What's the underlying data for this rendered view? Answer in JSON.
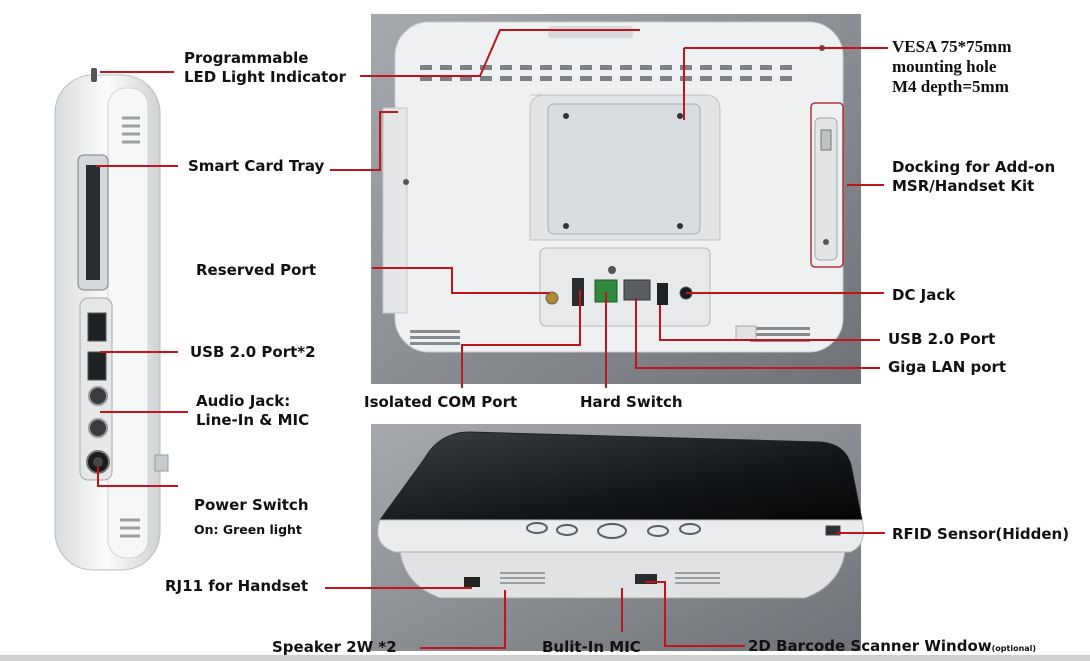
{
  "labels": {
    "led": [
      "Programmable",
      "LED Light Indicator"
    ],
    "smart_card": "Smart Card Tray",
    "reserved": "Reserved Port",
    "usb_side": "USB 2.0 Port*2",
    "audio": [
      "Audio Jack:",
      "Line-In & MIC"
    ],
    "power": "Power Switch",
    "power_note": "On: Green light",
    "rj11": "RJ11 for Handset",
    "speaker": "Speaker 2W *2",
    "mic": "Bulit-In MIC",
    "barcode": "2D Barcode Scanner Window",
    "barcode_note": "(optional)",
    "vesa": [
      "VESA 75*75mm",
      "mounting hole",
      "M4 depth=5mm"
    ],
    "docking": [
      "Docking for Add-on",
      "MSR/Handset Kit"
    ],
    "dc": "DC Jack",
    "usb_rear": "USB 2.0 Port",
    "lan": "Giga LAN port",
    "com": "Isolated COM Port",
    "hard_switch": "Hard Switch",
    "rfid": "RFID Sensor(Hidden)"
  },
  "colors": {
    "leader": "#c0151a",
    "photo_bg": "#8e9297",
    "device": "#eef0f1",
    "screen": "#15181b"
  }
}
